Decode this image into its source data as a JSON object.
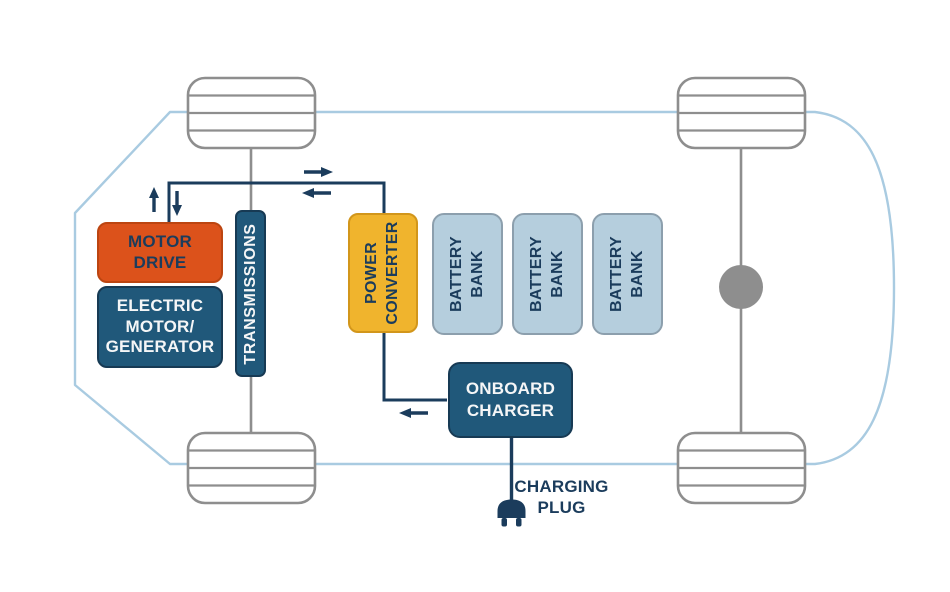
{
  "diagram": {
    "subject": "electric-vehicle-chassis-power-architecture"
  },
  "colors": {
    "background": "#ffffff",
    "car_outline": "#a9cbe1",
    "chassis_gray": "#8e8e8e",
    "circuit_navy": "#1b3c5c",
    "box_navy_fill": "#20587a",
    "box_navy_border": "#173a54",
    "motor_drive_fill": "#dc521b",
    "motor_drive_border": "#bc4511",
    "power_converter_fill": "#f0b42d",
    "power_converter_border": "#d2961b",
    "battery_fill": "#b5cedd",
    "battery_border": "#8c9fad",
    "dark_text": "#1b3c5c",
    "light_text": "#f5f6f7"
  },
  "boxes": {
    "motor_drive": {
      "label": "MOTOR\nDRIVE"
    },
    "electric_motor_generator": {
      "label": "ELECTRIC\nMOTOR/\nGENERATOR"
    },
    "transmissions": {
      "label": "TRANSMISSIONS"
    },
    "power_converter": {
      "label": "POWER\nCONVERTER"
    },
    "battery_banks": [
      {
        "label": "BATTERY\nBANK"
      },
      {
        "label": "BATTERY\nBANK"
      },
      {
        "label": "BATTERY\nBANK"
      }
    ],
    "onboard_charger": {
      "label": "ONBOARD\nCHARGER"
    }
  },
  "labels": {
    "charging_plug": "CHARGING\nPLUG"
  },
  "icons": {
    "up_arrow": "↑",
    "down_arrow": "↓",
    "right_arrow": "→",
    "left_arrow_top": "←",
    "left_arrow_charger": "←",
    "charging_plug": "two-prong-plug-with-cord"
  }
}
